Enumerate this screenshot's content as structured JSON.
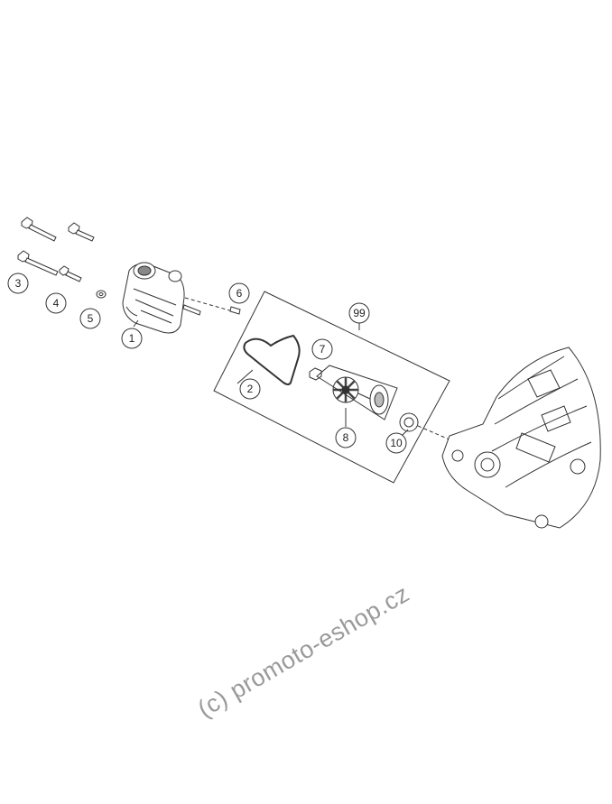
{
  "callouts": {
    "c1": "1",
    "c2": "2",
    "c3": "3",
    "c4": "4",
    "c5": "5",
    "c6": "6",
    "c7": "7",
    "c8": "8",
    "c10": "10",
    "c99": "99"
  },
  "watermark": "(c) promoto-eshop.cz"
}
